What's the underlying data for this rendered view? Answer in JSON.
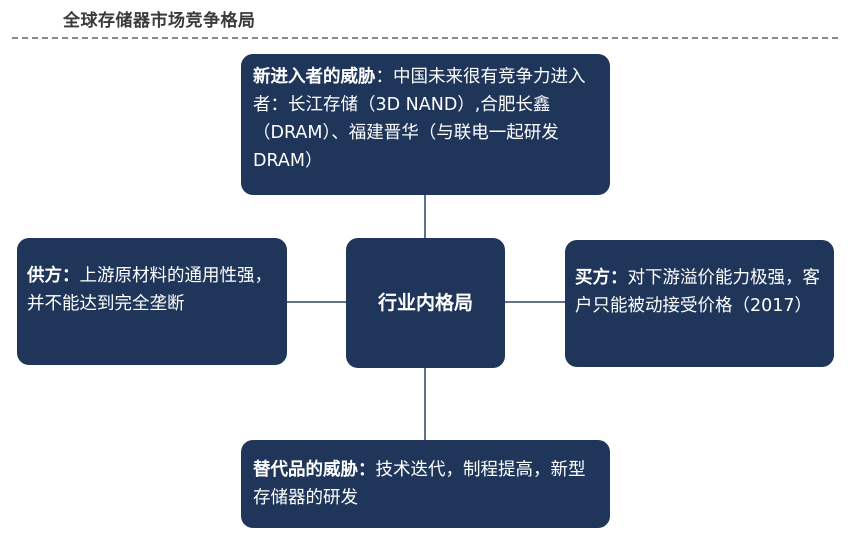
{
  "title": "全球存储器市场竞争格局",
  "center": {
    "label": "行业内格局"
  },
  "top": {
    "heading": "新进入者的威胁",
    "text": "：中国未来很有竞争力进入者：长江存储（3D NAND）,合肥长鑫（DRAM）、福建晋华（与联电一起研发DRAM）"
  },
  "left": {
    "heading": "供方：",
    "text": "上游原材料的通用性强，并不能达到完全垄断"
  },
  "right": {
    "heading": "买方：",
    "text": "对下游溢价能力极强，客户只能被动接受价格（2017）"
  },
  "bottom": {
    "heading": "替代品的威胁：",
    "text": "技术迭代，制程提高，新型存储器的研发"
  },
  "colors": {
    "box_fill": "#1f355a",
    "connector": "#5f7388",
    "title_text": "#3a3a3a"
  }
}
